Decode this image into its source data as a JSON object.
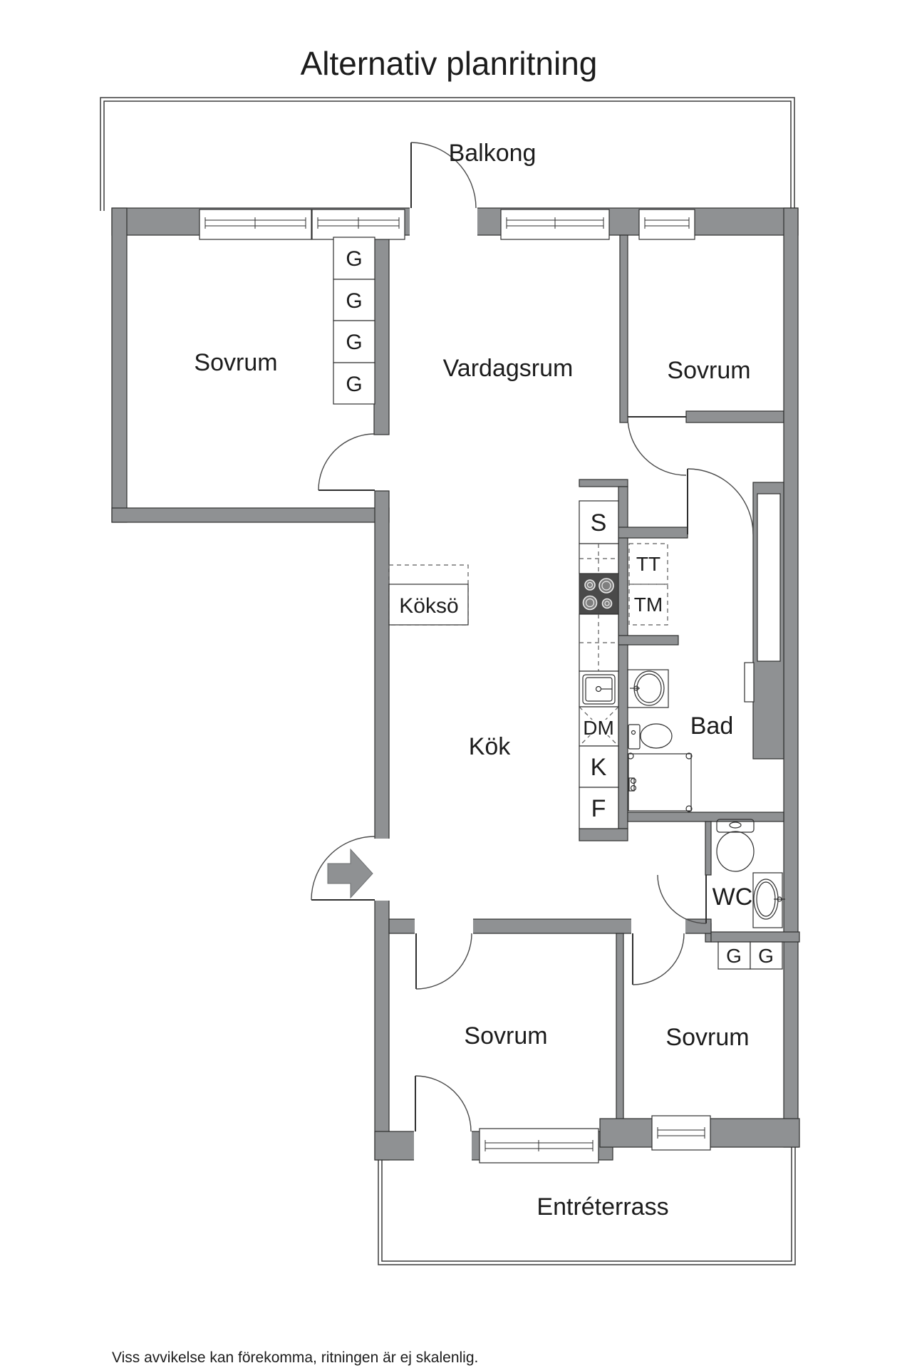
{
  "title": "Alternativ planritning",
  "disclaimer": "Viss avvikelse kan förekomma, ritningen är ej skalenlig.",
  "colors": {
    "wall": "#8F9193",
    "outline": "#2E2E2E",
    "stove": "#4A4A4A",
    "text": "#1C1C1C"
  },
  "rooms": {
    "balcony": "Balkong",
    "bedroom_nw": "Sovrum",
    "living_room": "Vardagsrum",
    "bedroom_ne": "Sovrum",
    "kitchen": "Kök",
    "kitchen_island": "Köksö",
    "bathroom": "Bad",
    "wc": "WC",
    "bedroom_sw": "Sovrum",
    "bedroom_se": "Sovrum",
    "terrace": "Entréterrass"
  },
  "labels": {
    "wardrobe": "G",
    "pantry": "S",
    "dryer": "TT",
    "washing_machine": "TM",
    "dishwasher": "DM",
    "fridge": "K",
    "freezer": "F"
  }
}
